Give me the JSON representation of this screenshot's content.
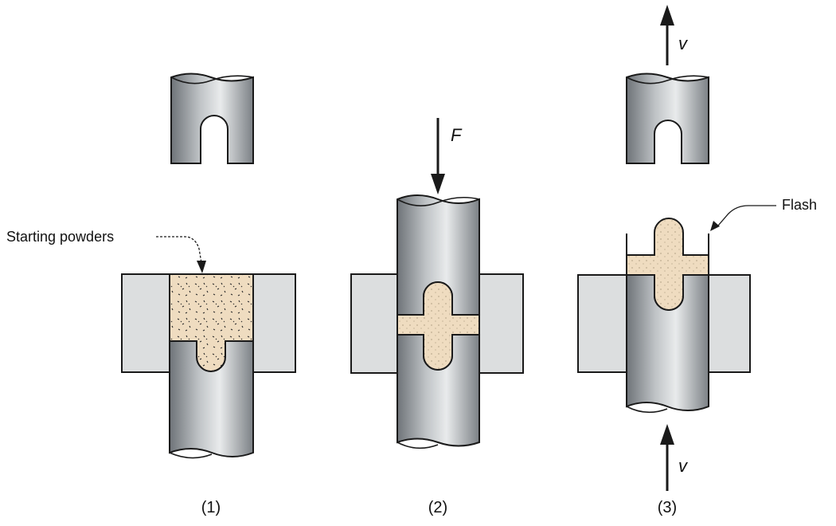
{
  "figure": {
    "panels": [
      {
        "caption": "(1)",
        "callout": "Starting powders"
      },
      {
        "caption": "(2)",
        "force_symbol": "F"
      },
      {
        "caption": "(3)",
        "callout": "Flash",
        "velocity_top": "v",
        "velocity_bottom": "v"
      }
    ]
  },
  "colors": {
    "punch_metal": "#9a9fa3",
    "die_block": "#dcdedf",
    "powder": "#efdcc0",
    "outline": "#1a1a1a"
  }
}
